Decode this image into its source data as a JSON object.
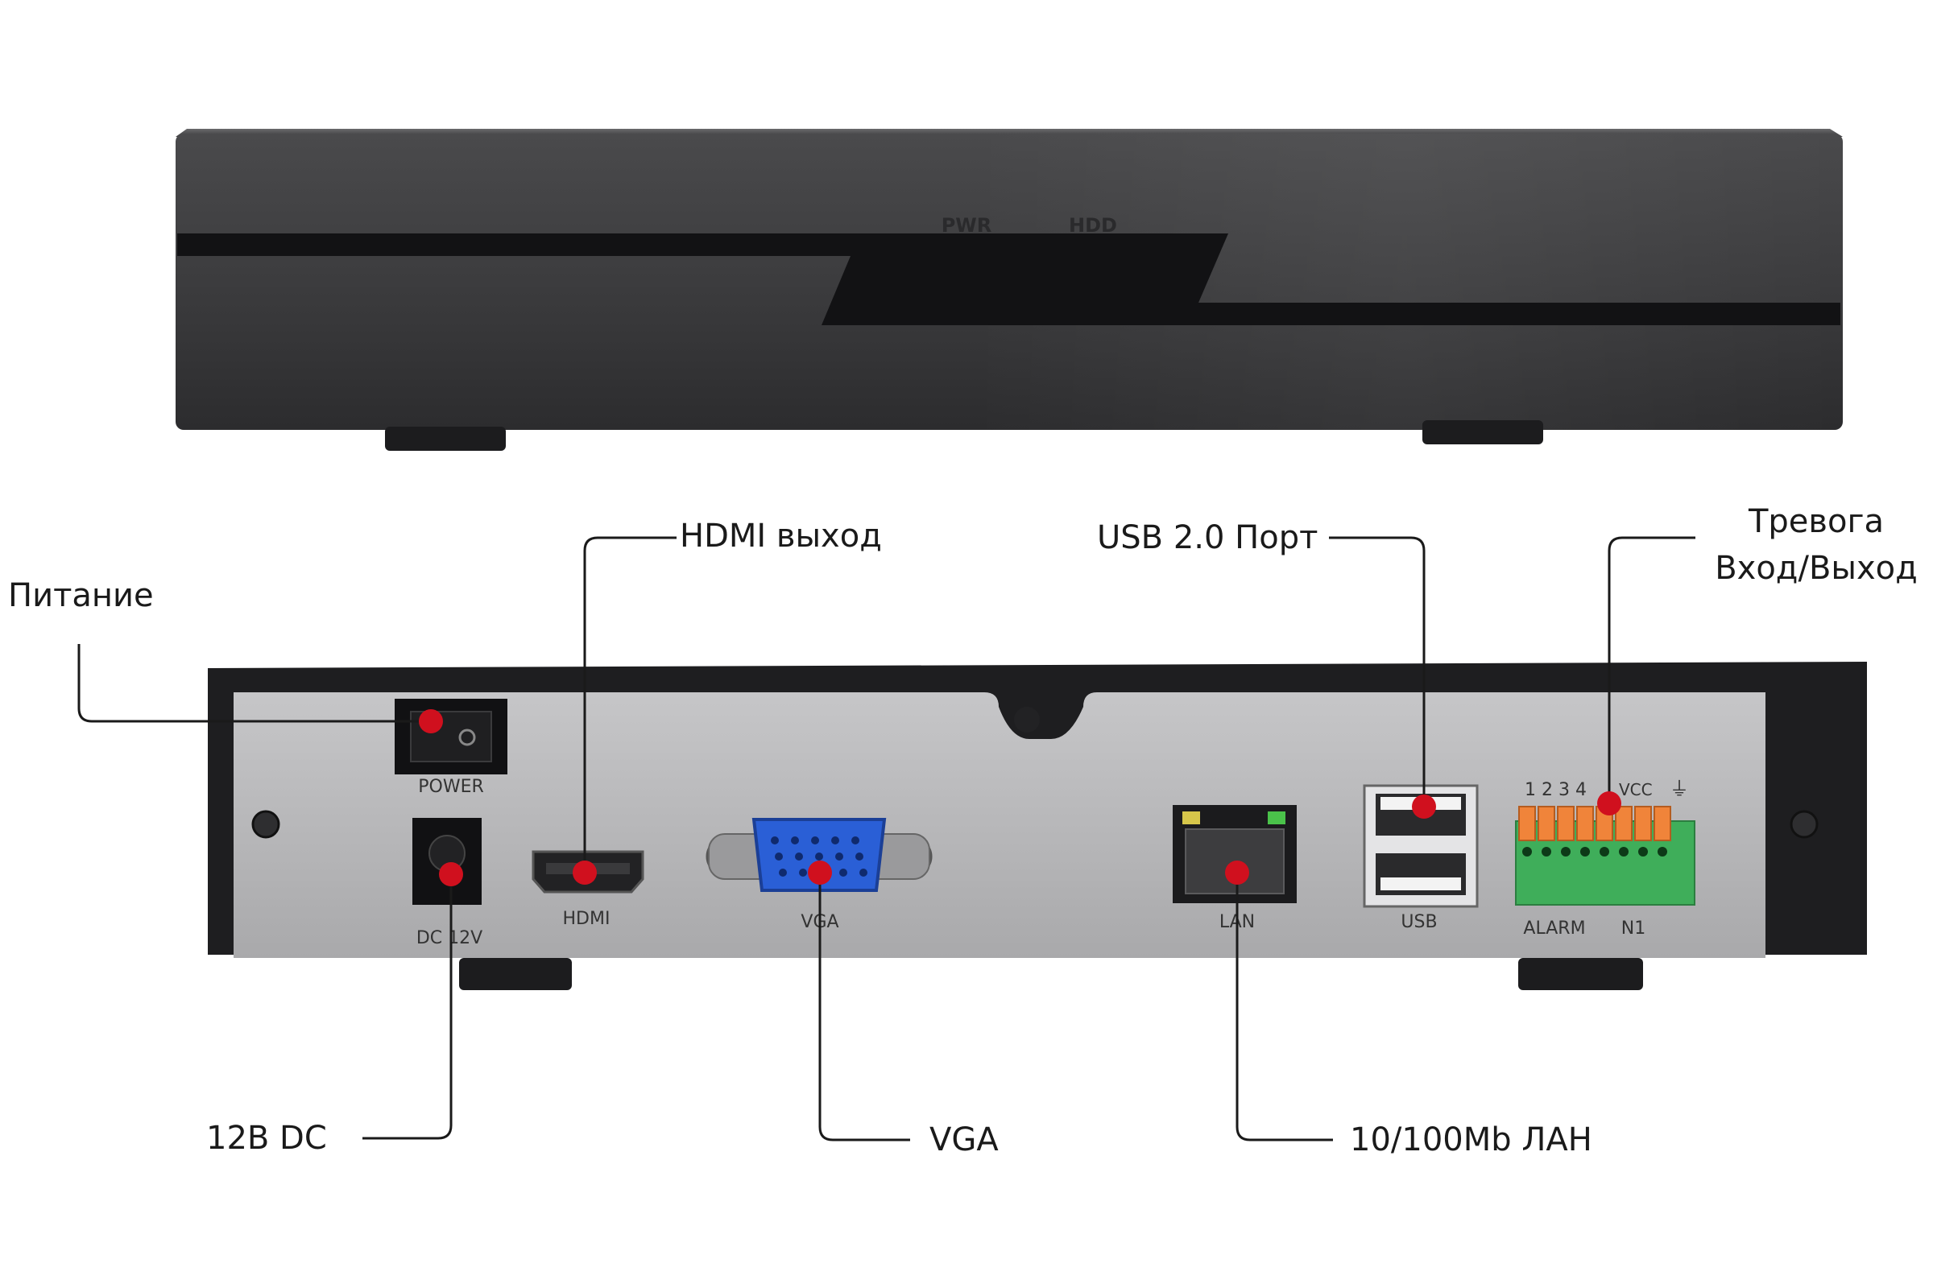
{
  "front_panel": {
    "led_labels": {
      "pwr": "PWR",
      "hdd": "HDD"
    }
  },
  "rear_panel": {
    "port_labels": {
      "power": "POWER",
      "dc": "DC 12V",
      "hdmi": "HDMI",
      "vga": "VGA",
      "lan": "LAN",
      "usb": "USB",
      "alarm": "ALARM",
      "in1": "N1",
      "terminal_numbers": "1 2 3 4",
      "terminal_vcc": "VCC",
      "terminal_ground": "⏚"
    }
  },
  "callouts": {
    "power": "Питание",
    "hdmi": "HDMI выход",
    "usb": "USB 2.0 Порт",
    "alarm_line1": "Тревога",
    "alarm_line2": "Вход/Выход",
    "dc": "12В DC",
    "vga": "VGA",
    "lan": "10/100Mb  ЛАН"
  },
  "colors": {
    "marker": "#d0101e",
    "device_dark": "#2e2e30",
    "rear_plate": "#b9b9bb",
    "terminal_orange": "#f0843a",
    "terminal_green": "#3fae5a",
    "vga_blue": "#2a5fd6",
    "leader_line": "#1a1a1a"
  }
}
